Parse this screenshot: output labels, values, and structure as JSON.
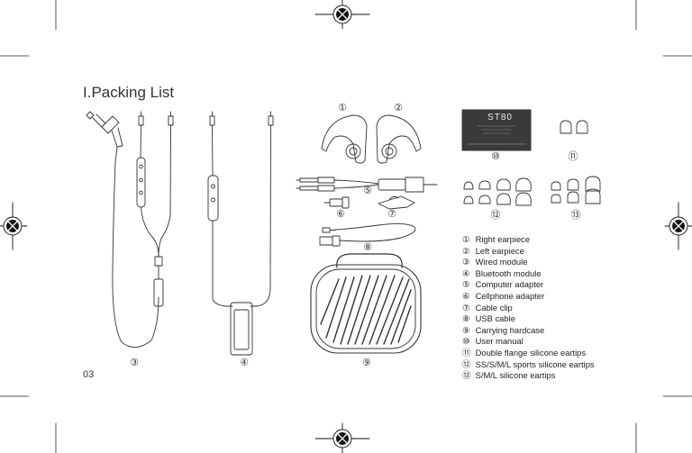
{
  "page": {
    "title": "I.Packing List",
    "page_number": "03"
  },
  "manual_brand": "ST80",
  "callouts": [
    "①",
    "②",
    "③",
    "④",
    "⑤",
    "⑥",
    "⑦",
    "⑧",
    "⑨",
    "⑩",
    "⑪",
    "⑫",
    "⑬"
  ],
  "items": [
    {
      "num": "①",
      "label": "Right earpiece"
    },
    {
      "num": "②",
      "label": "Left earpiece"
    },
    {
      "num": "③",
      "label": "Wired module"
    },
    {
      "num": "④",
      "label": "Bluetooth module"
    },
    {
      "num": "⑤",
      "label": "Computer adapter"
    },
    {
      "num": "⑥",
      "label": "Cellphone adapter"
    },
    {
      "num": "⑦",
      "label": "Cable clip"
    },
    {
      "num": "⑧",
      "label": "USB cable"
    },
    {
      "num": "⑨",
      "label": "Carrying hardcase"
    },
    {
      "num": "⑩",
      "label": "User manual"
    },
    {
      "num": "⑪",
      "label": "Double flange silicone eartips"
    },
    {
      "num": "⑫",
      "label": "SS/S/M/L sports silicone eartips"
    },
    {
      "num": "⑬",
      "label": "S/M/L silicone eartips"
    }
  ]
}
